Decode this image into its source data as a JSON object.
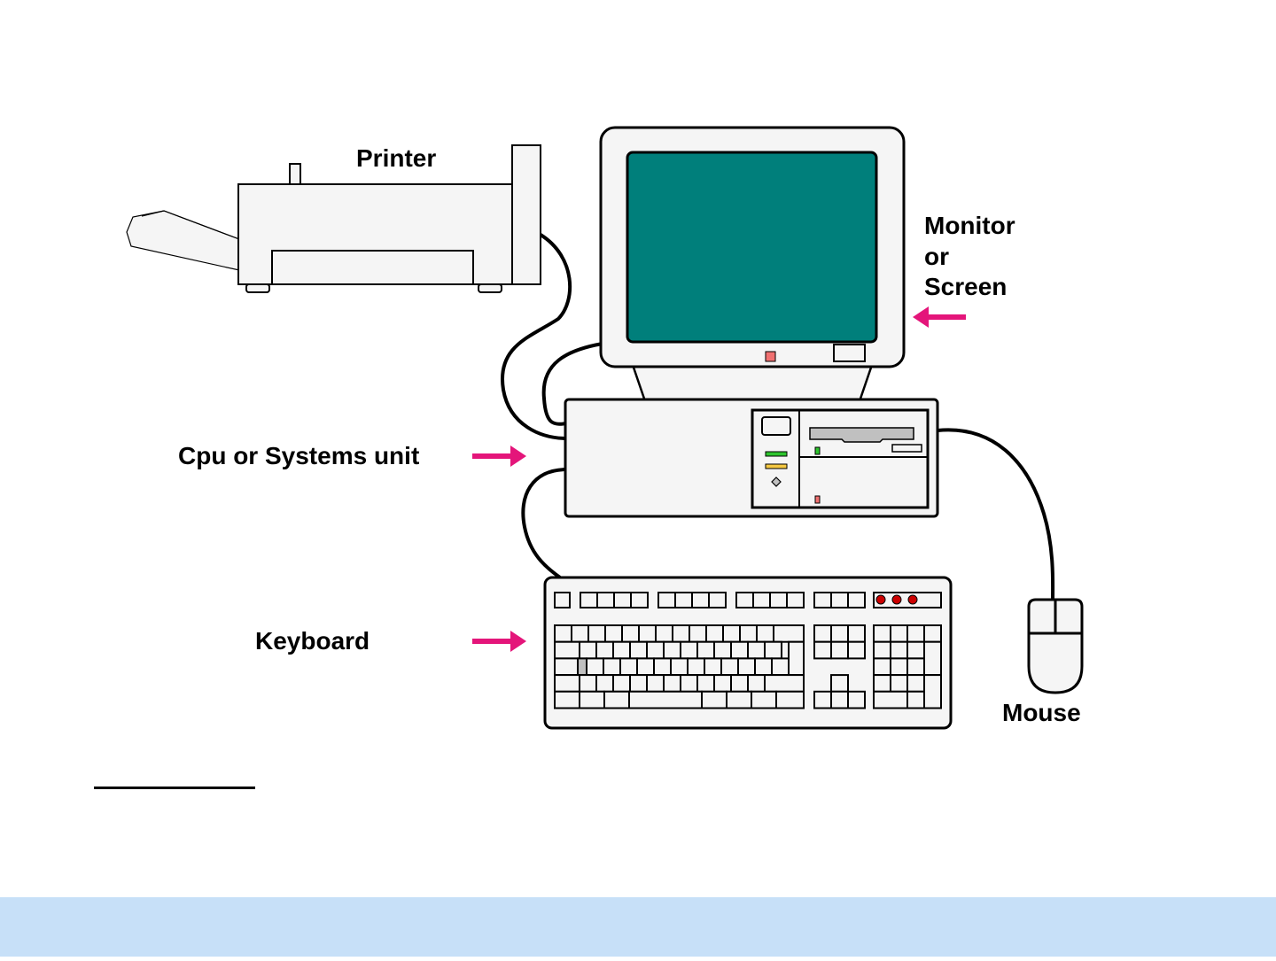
{
  "diagram": {
    "title": "Computer hardware components",
    "labels": {
      "printer": "Printer",
      "monitor_line1": "Monitor",
      "monitor_line2": "or",
      "monitor_line3": "Screen",
      "cpu": "Cpu or Systems unit",
      "keyboard": "Keyboard",
      "mouse": "Mouse"
    },
    "colors": {
      "screen": "#007f7b",
      "arrow": "#e4157a",
      "device_fill": "#f5f5f5",
      "outline": "#000000",
      "led_green": "#2ec42e",
      "led_yellow": "#f5c842",
      "led_red": "#f07070",
      "keyboard_led": "#cc0000",
      "floppy_slot": "#c0c0c0",
      "footer": "#c7e0f8"
    }
  }
}
